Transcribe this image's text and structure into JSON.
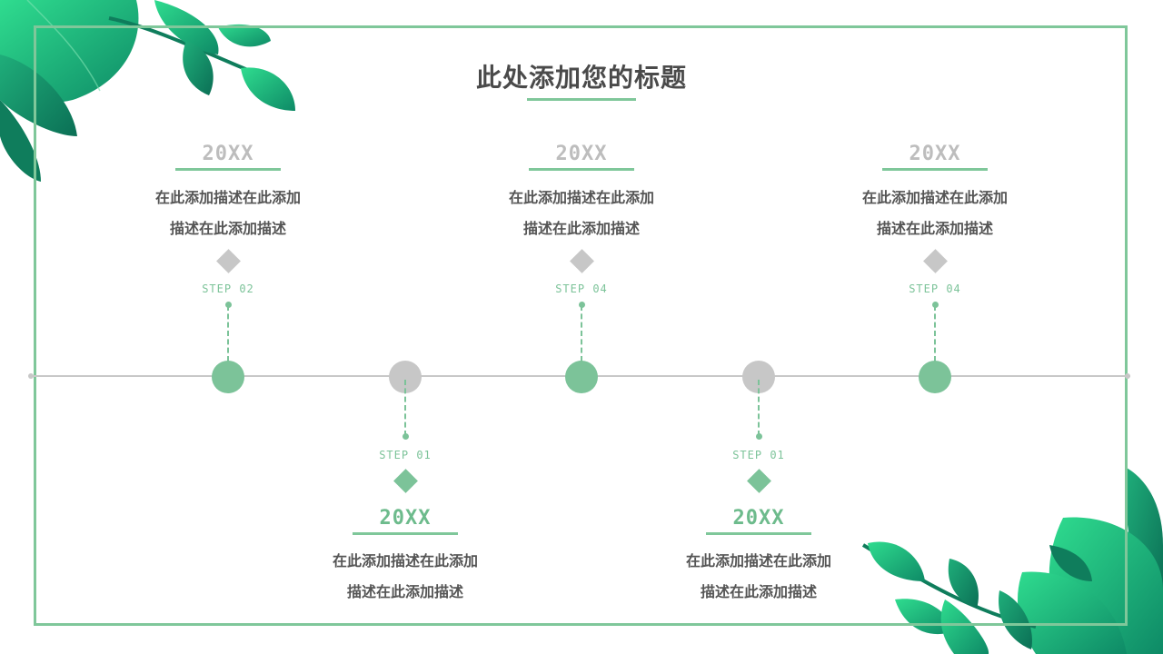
{
  "title": "此处添加您的标题",
  "items": [
    {
      "position": "top",
      "step": "STEP   02",
      "year": "20XX",
      "desc1": "在此添加描述在此添加",
      "desc2": "描述在此添加描述",
      "dot": "green"
    },
    {
      "position": "bottom",
      "step": "STEP   01",
      "year": "20XX",
      "desc1": "在此添加描述在此添加",
      "desc2": "描述在此添加描述",
      "dot": "gray"
    },
    {
      "position": "top",
      "step": "STEP   04",
      "year": "20XX",
      "desc1": "在此添加描述在此添加",
      "desc2": "描述在此添加描述",
      "dot": "green"
    },
    {
      "position": "bottom",
      "step": "STEP   01",
      "year": "20XX",
      "desc1": "在此添加描述在此添加",
      "desc2": "描述在此添加描述",
      "dot": "gray"
    },
    {
      "position": "top",
      "step": "STEP   04",
      "year": "20XX",
      "desc1": "在此添加描述在此添加",
      "desc2": "描述在此添加描述",
      "dot": "green"
    }
  ],
  "colors": {
    "accent": "#7cc399",
    "frame": "#7fc79a",
    "gray": "#c7c7c7",
    "text": "#4a4a4a"
  }
}
